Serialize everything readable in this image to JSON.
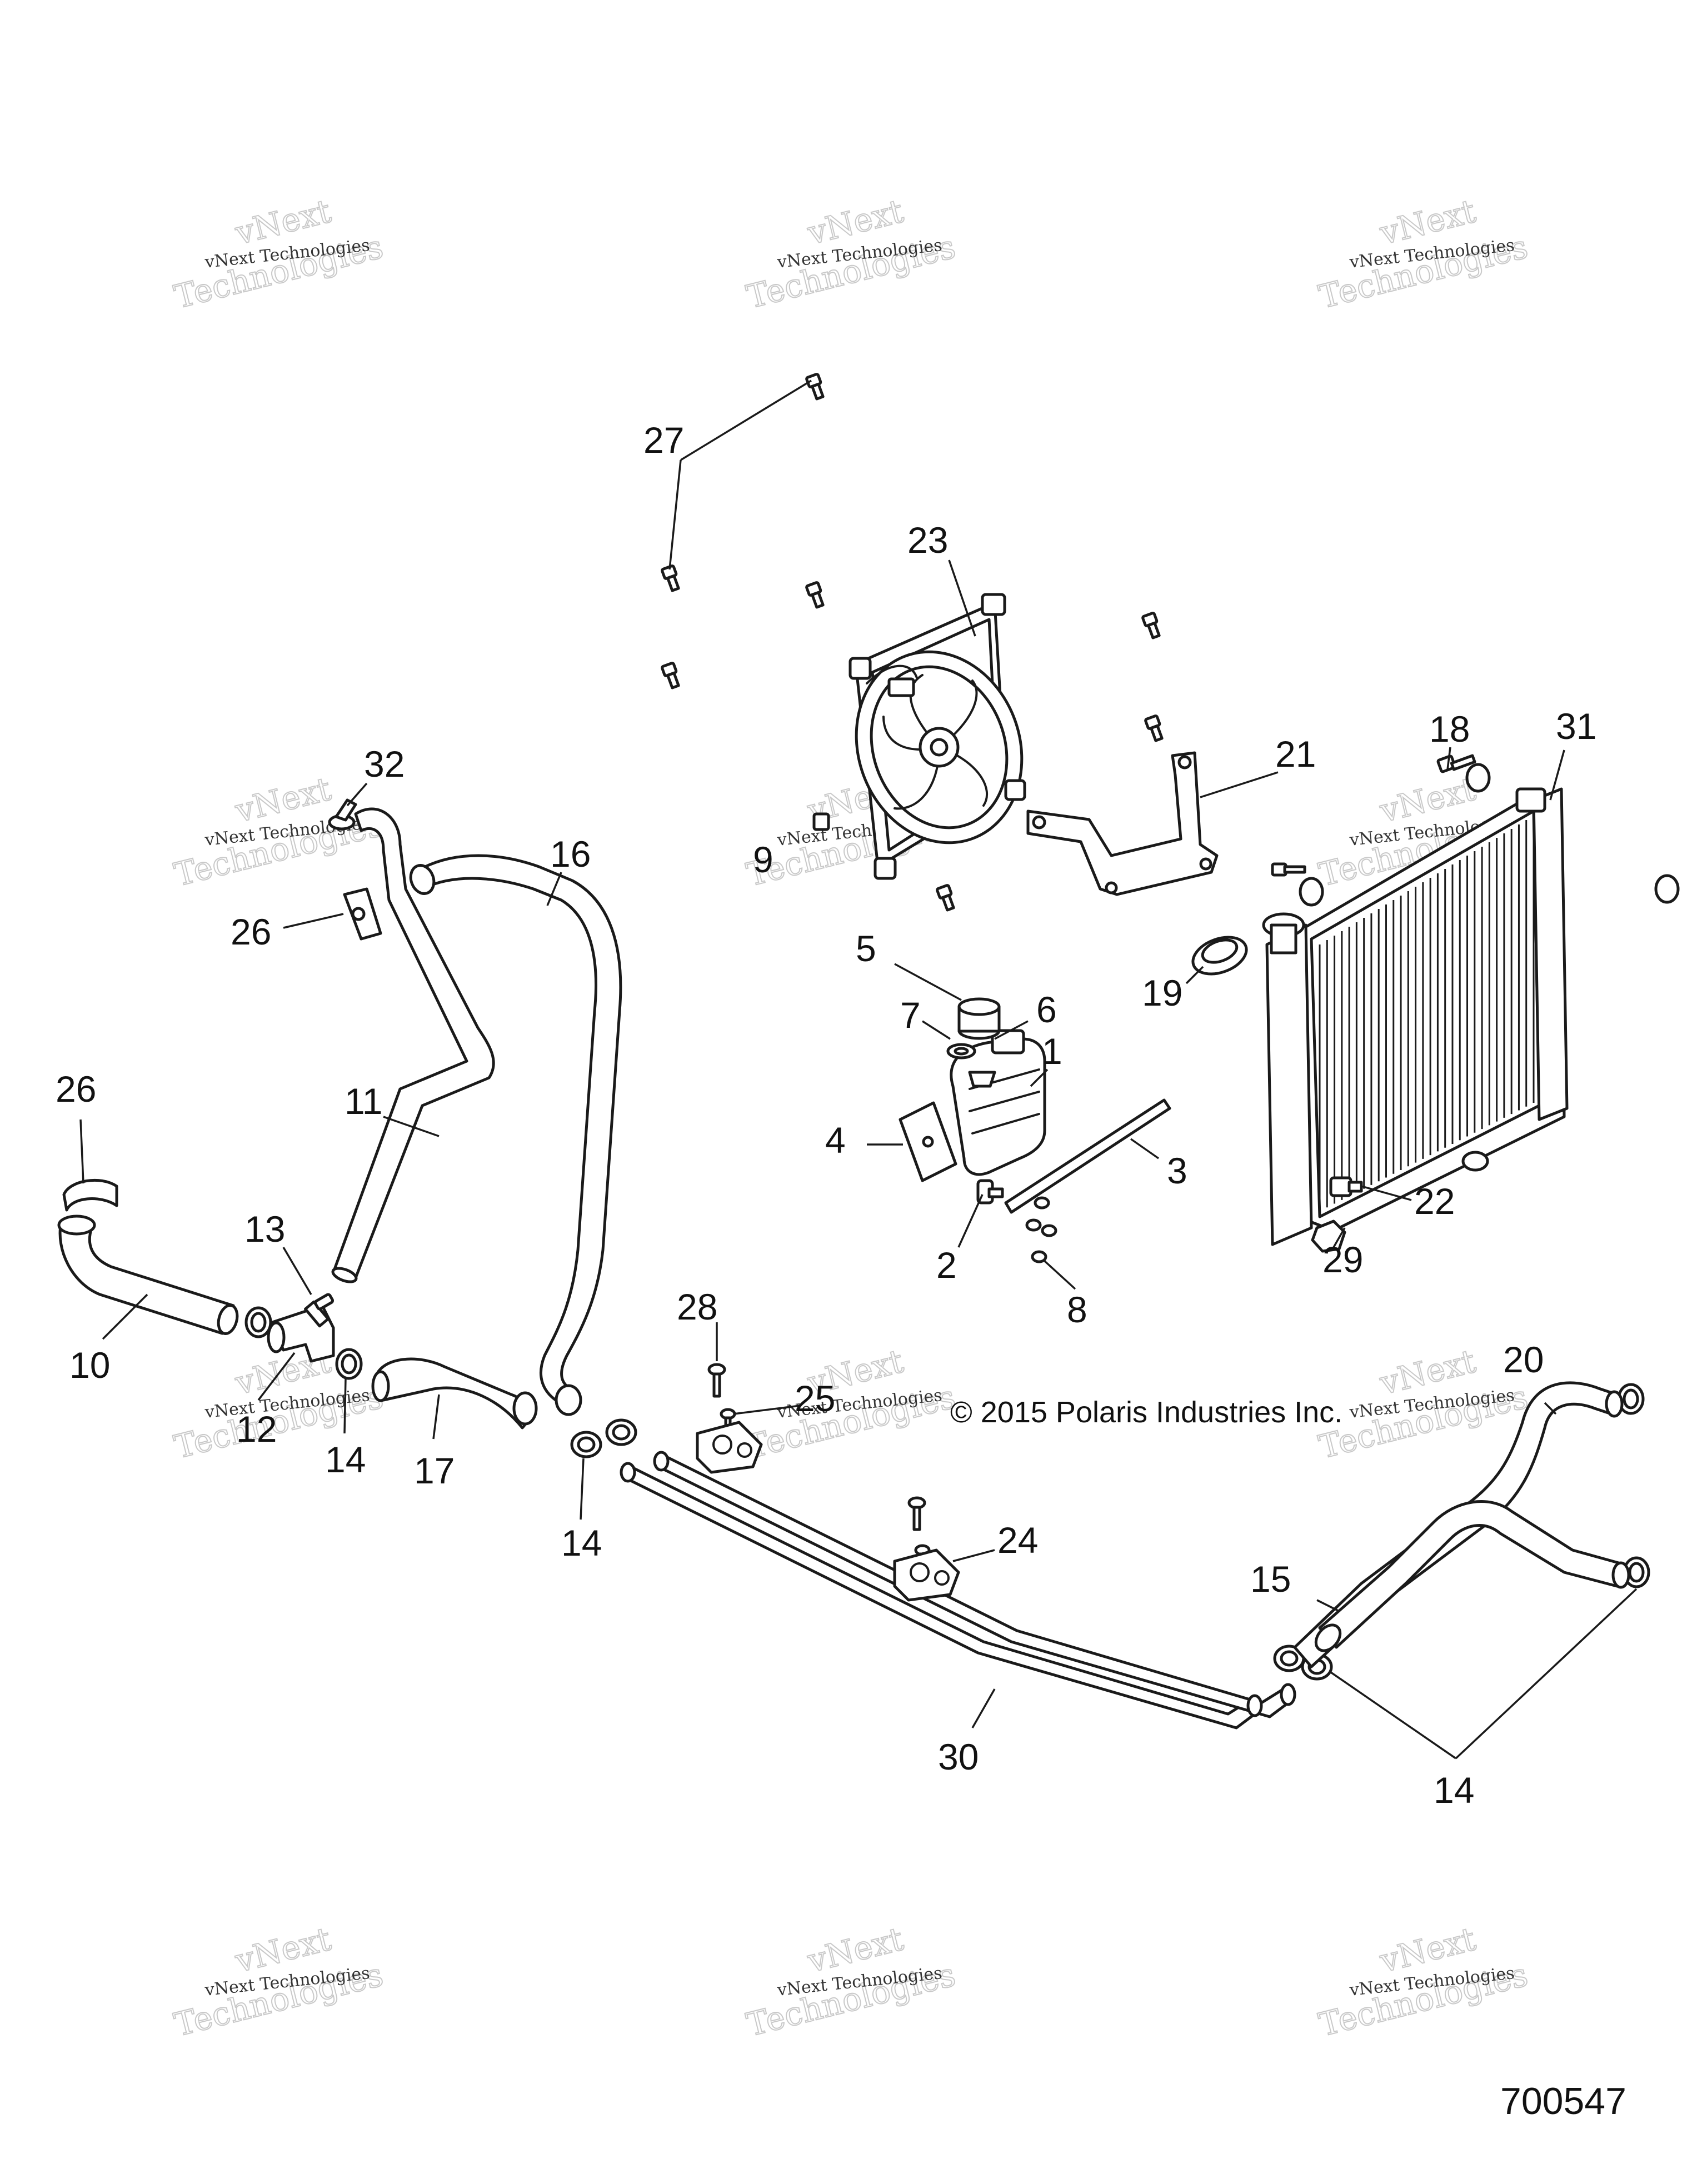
{
  "diagram": {
    "copyright": "© 2015 Polaris Industries Inc.",
    "document_number": "700547",
    "watermark": {
      "line1": "vNext",
      "line2": "Technologies",
      "caption": "vNext Technologies"
    },
    "callouts": {
      "c1": "1",
      "c2": "2",
      "c3": "3",
      "c4": "4",
      "c5": "5",
      "c6": "6",
      "c7": "7",
      "c8": "8",
      "c9": "9",
      "c10": "10",
      "c11": "11",
      "c12": "12",
      "c13": "13",
      "c14a": "14",
      "c14b": "14",
      "c14c": "14",
      "c15": "15",
      "c16": "16",
      "c17": "17",
      "c18": "18",
      "c19": "19",
      "c20": "20",
      "c21": "21",
      "c22": "22",
      "c23": "23",
      "c24": "24",
      "c25": "25",
      "c26a": "26",
      "c26b": "26",
      "c27": "27",
      "c28": "28",
      "c29": "29",
      "c30": "30",
      "c31": "31",
      "c32": "32"
    }
  }
}
